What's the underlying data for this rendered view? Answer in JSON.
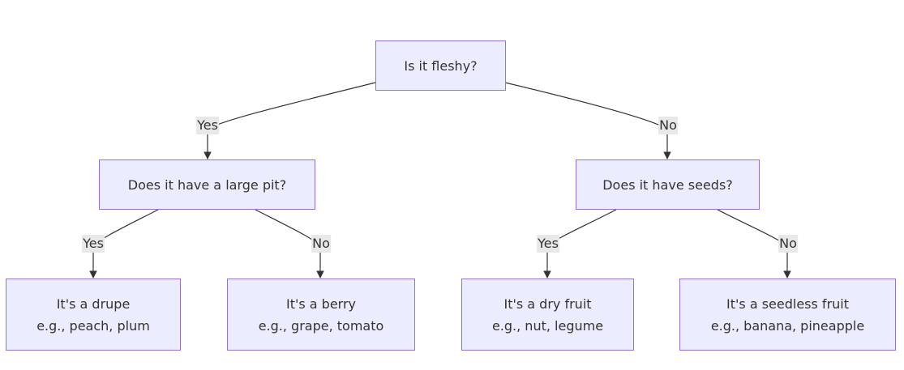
{
  "nodes": {
    "root": {
      "label": "Is it fleshy?"
    },
    "pit": {
      "label": "Does it have a large pit?"
    },
    "seeds": {
      "label": "Does it have seeds?"
    },
    "drupe": {
      "line1": "It's a drupe",
      "line2": "e.g., peach, plum"
    },
    "berry": {
      "line1": "It's a berry",
      "line2": "e.g., grape, tomato"
    },
    "dry": {
      "line1": "It's a dry fruit",
      "line2": "e.g., nut, legume"
    },
    "seedless": {
      "line1": "It's a seedless fruit",
      "line2": "e.g., banana, pineapple"
    }
  },
  "edges": {
    "root_pit": "Yes",
    "root_seeds": "No",
    "pit_drupe": "Yes",
    "pit_berry": "No",
    "seeds_dry": "Yes",
    "seeds_seedless": "No"
  },
  "colors": {
    "node_fill": "#ececff",
    "node_border": "#9370db",
    "edge_line": "#333333",
    "label_bg": "#e8e8e8"
  }
}
